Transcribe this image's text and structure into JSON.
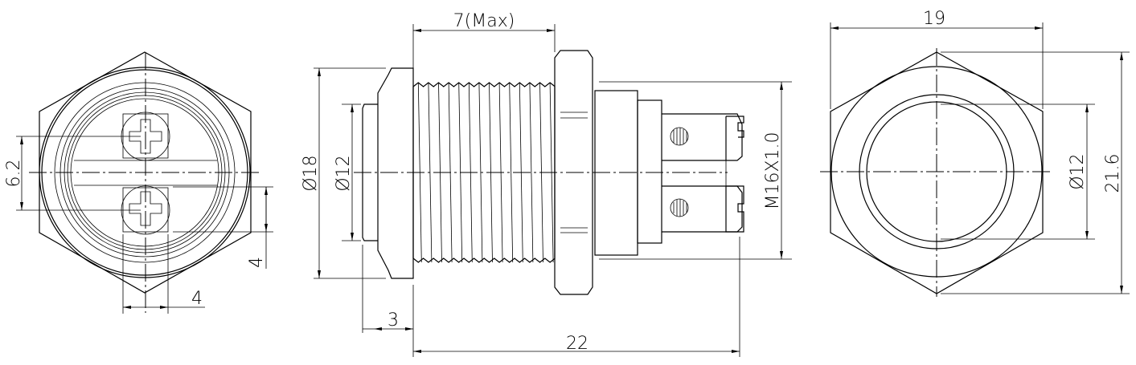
{
  "drawing": {
    "front_view": {
      "dim_terminal_spacing": "6.2",
      "dim_terminal_height": "4",
      "dim_terminal_width": "4"
    },
    "side_view": {
      "dim_thread_length": "7(Max)",
      "dim_bezel_diameter": "Ø18",
      "dim_button_diameter": "Ø12",
      "dim_thread": "M16X1.0",
      "dim_bezel_thickness": "3",
      "dim_total_length": "22"
    },
    "rear_view": {
      "dim_nut_width": "19",
      "dim_ring_diameter": "Ø12",
      "dim_nut_corner": "21.6"
    }
  }
}
